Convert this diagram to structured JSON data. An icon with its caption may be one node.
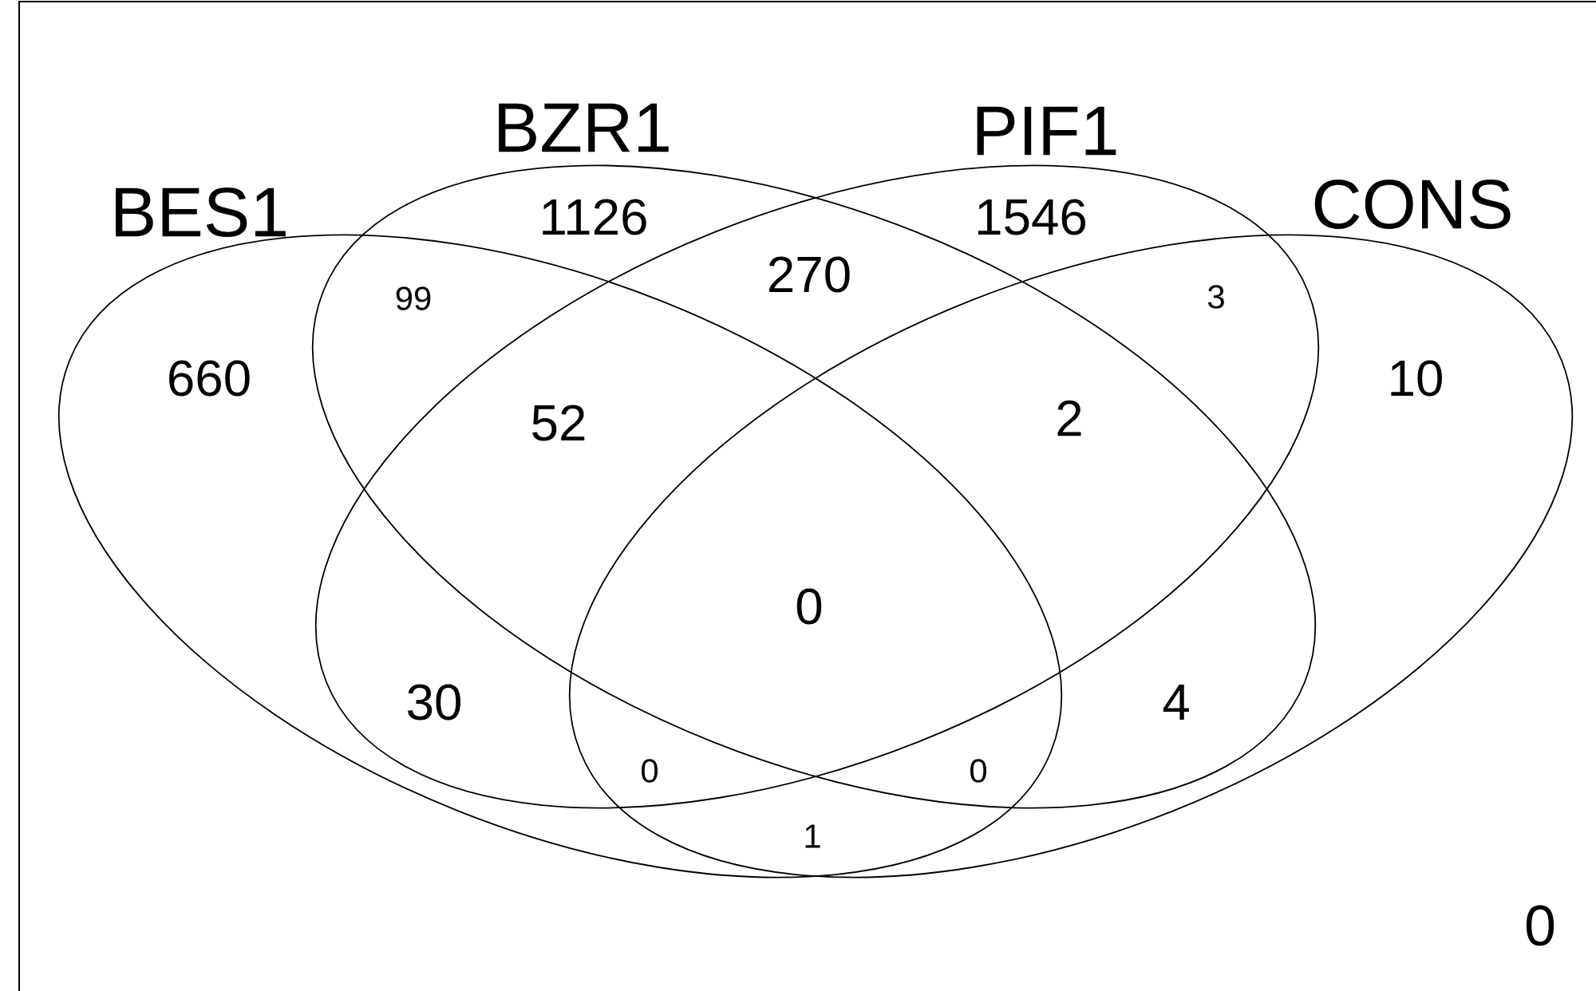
{
  "diagram": {
    "nodes": [
      {
        "text": [
          "BES1"
        ]
      },
      {
        "text": [
          "BZR1"
        ]
      },
      {
        "text": [
          "PIF1"
        ]
      },
      {
        "text": [
          "CONS"
        ]
      }
    ],
    "labels": [
      "1126",
      "1546",
      "99",
      "270",
      "3",
      "660",
      "52",
      "2",
      "10",
      "0",
      "30",
      "4",
      "0",
      "0",
      "1",
      "0"
    ]
  }
}
